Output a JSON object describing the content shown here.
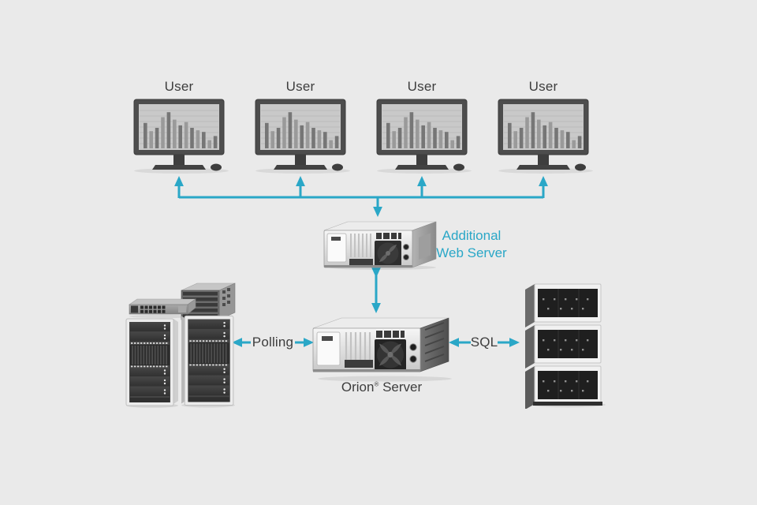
{
  "colors": {
    "background": "#eaeaea",
    "accent": "#2aa7c7",
    "text": "#3d3d3d"
  },
  "users": {
    "labels": [
      "User",
      "User",
      "User",
      "User"
    ]
  },
  "web_server": {
    "label_line1": "Additional",
    "label_line2": "Web Server"
  },
  "orion_server": {
    "name": "Orion",
    "reg": "®",
    "suffix": " Server"
  },
  "links": {
    "polling": "Polling",
    "sql": "SQL"
  },
  "monitor_chart": {
    "type": "bar",
    "bars": [
      62,
      42,
      50,
      76,
      88,
      70,
      56,
      64,
      50,
      44,
      40,
      20,
      30
    ],
    "bar_color_dark": "#767676",
    "bar_color_light": "#9a9a9a",
    "screen_color": "#c9c9c9",
    "gridlines": true
  }
}
